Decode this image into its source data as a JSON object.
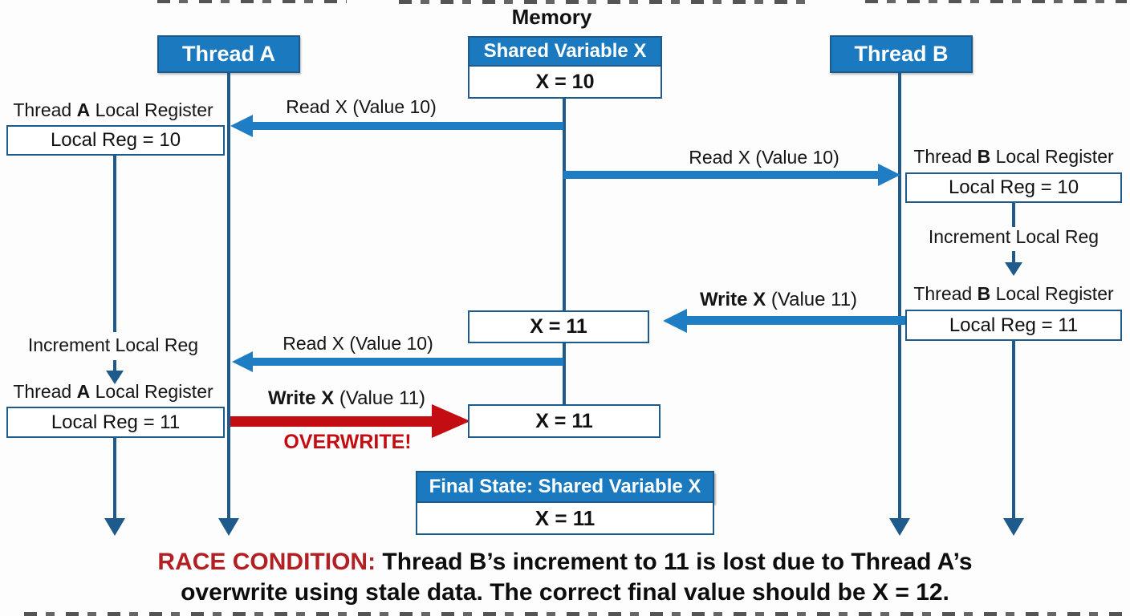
{
  "memory_title": "Memory",
  "threads": {
    "a": {
      "header": "Thread A"
    },
    "b": {
      "header": "Thread B"
    }
  },
  "shared_variable": {
    "header": "Shared Variable X",
    "initial_value": "X = 10"
  },
  "registers": {
    "a1": {
      "prefix": "Thread ",
      "bold": "A",
      "suffix": " Local Register",
      "value": "Local Reg = 10"
    },
    "a2": {
      "prefix": "Thread ",
      "bold": "A",
      "suffix": " Local Register",
      "value": "Local Reg = 11"
    },
    "b1": {
      "prefix": "Thread ",
      "bold": "B",
      "suffix": " Local Register",
      "value": "Local Reg = 10"
    },
    "b2": {
      "prefix": "Thread ",
      "bold": "B",
      "suffix": " Local Register",
      "value": "Local Reg = 11"
    }
  },
  "actions": {
    "read_a1": {
      "label": "Read X (Value 10)"
    },
    "read_b": {
      "label": "Read X (Value 10)"
    },
    "increment_a": {
      "label": "Increment Local Reg"
    },
    "increment_b": {
      "label": "Increment Local Reg"
    },
    "write_b": {
      "bold": "Write X",
      "rest": " (Value 11)"
    },
    "read_a2": {
      "label": "Read X (Value 10)"
    },
    "write_a": {
      "bold": "Write X",
      "rest": " (Value 11)",
      "warning": "OVERWRITE!"
    }
  },
  "memory_states": {
    "after_write_b": "X = 11",
    "after_write_a": "X = 11"
  },
  "final_state": {
    "header": "Final State: Shared Variable X",
    "value": "X = 11"
  },
  "caption": {
    "highlight": "RACE CONDITION:",
    "line1_rest": " Thread B’s increment to 11 is lost due to Thread A’s",
    "line2": "overwrite using stale data. The correct final value should be X = 12."
  },
  "colors": {
    "primary_blue": "#1B7ABF",
    "border_navy": "#1E5A8C",
    "arrow_blue": "#1F7DC4",
    "alert_red": "#C40D12",
    "caption_red": "#B22024"
  }
}
